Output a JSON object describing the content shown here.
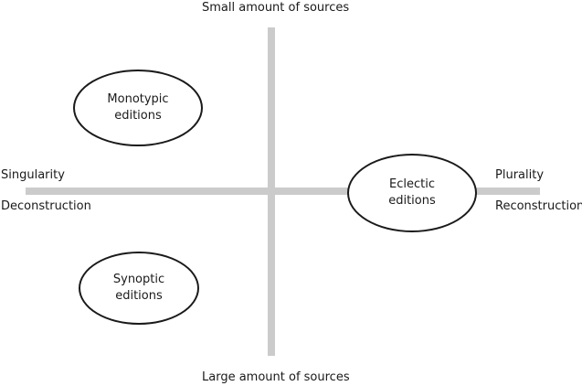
{
  "axes": {
    "top": "Small amount of sources",
    "bottom": "Large amount of sources",
    "left_upper": "Singularity",
    "left_lower": "Deconstruction",
    "right_upper": "Plurality",
    "right_lower": "Reconstruction"
  },
  "nodes": {
    "monotypic": "Monotypic\neditions",
    "synoptic": "Synoptic\neditions",
    "eclectic": "Eclectic\neditions"
  },
  "colors": {
    "axis": "#cbcbcb",
    "outline": "#1a1a1a",
    "background": "#ffffff"
  }
}
